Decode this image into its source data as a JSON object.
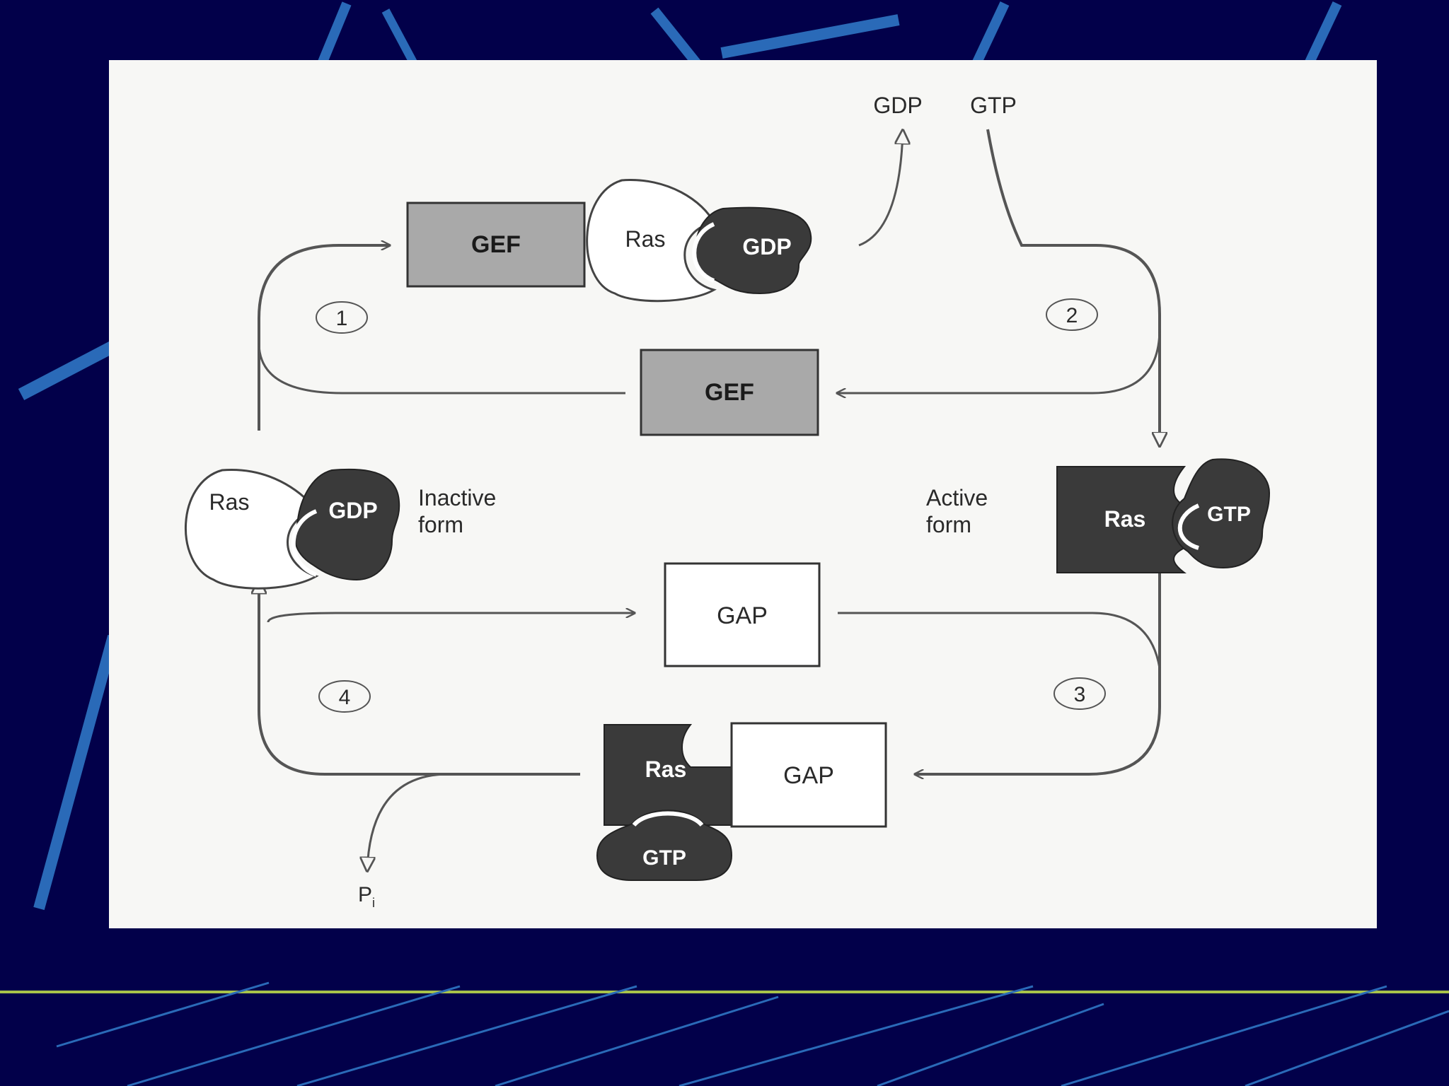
{
  "colors": {
    "background": "#02004a",
    "accent_line": "#a8c24a",
    "stripe": "#2a6ab8",
    "panel": "#f7f7f5",
    "dark_shape": "#3a3a3a",
    "gray_box": "#a9a9a9"
  },
  "top_complex": {
    "gef_label": "GEF",
    "ras_label": "Ras",
    "gdp_label": "GDP"
  },
  "exchange": {
    "gdp_out": "GDP",
    "gtp_in": "GTP"
  },
  "middle_gef": {
    "label": "GEF"
  },
  "inactive": {
    "ras_label": "Ras",
    "gdp_label": "GDP",
    "state_line1": "Inactive",
    "state_line2": "form"
  },
  "active": {
    "ras_label": "Ras",
    "gtp_label": "GTP",
    "state_line1": "Active",
    "state_line2": "form"
  },
  "middle_gap": {
    "label": "GAP"
  },
  "bottom_complex": {
    "ras_label": "Ras",
    "gap_label": "GAP",
    "gtp_label": "GTP"
  },
  "phosphate": {
    "label": "P",
    "subscript": "i"
  },
  "steps": [
    "1",
    "2",
    "3",
    "4"
  ]
}
